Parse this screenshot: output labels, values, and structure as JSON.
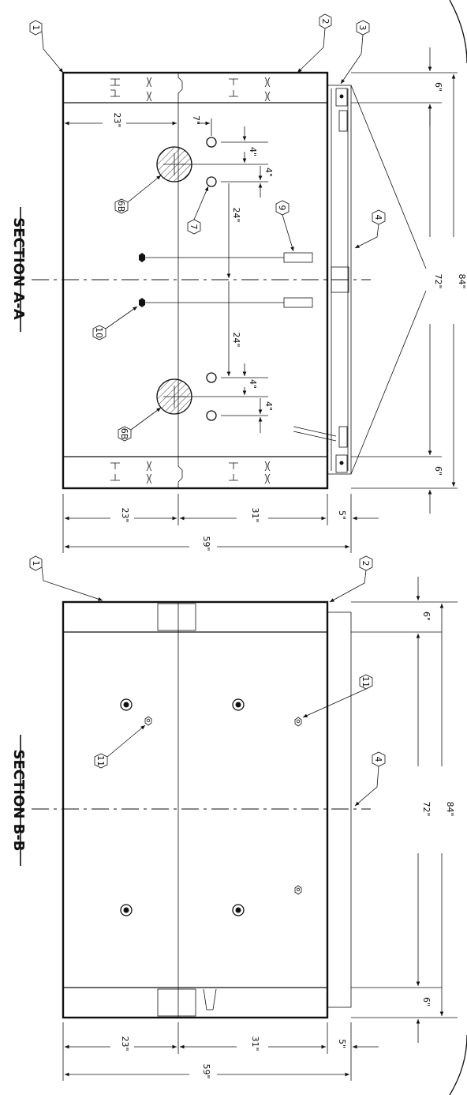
{
  "sections": [
    {
      "id": "A",
      "title": "SECTION A-A"
    },
    {
      "id": "B",
      "title": "SECTION B-B"
    }
  ],
  "callouts": {
    "a1": "1",
    "a2": "2",
    "a3": "3",
    "a4": "4",
    "a6b1": "6B",
    "a6b2": "6B",
    "a7": "7",
    "a9": "9",
    "a10": "10",
    "b1": "1",
    "b2": "2",
    "b4": "4",
    "b11a": "11",
    "b11b": "11"
  },
  "dims": {
    "a_6top": "6\"",
    "a_72": "72\"",
    "a_6bot": "6\"",
    "a_84": "84\"",
    "a_23": "23\"",
    "a_31": "31\"",
    "a_5": "5\"",
    "a_59": "59\"",
    "a_23v": "23\"",
    "a_7": "7\"",
    "a_4a": "4\"",
    "a_4b": "4\"",
    "a_24a": "24\"",
    "a_24b": "24\"",
    "a_4c": "4\"",
    "a_4d": "4\"",
    "b_6top": "6\"",
    "b_72": "72\"",
    "b_6bot": "6\"",
    "b_84": "84\"",
    "b_23": "23\"",
    "b_31": "31\"",
    "b_5": "5\"",
    "b_59": "59\""
  }
}
